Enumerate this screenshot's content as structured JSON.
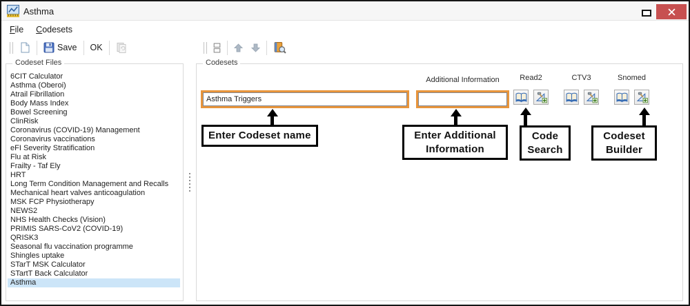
{
  "window": {
    "title": "Asthma"
  },
  "menu": {
    "items": [
      {
        "head": "F",
        "tail": "ile"
      },
      {
        "head": "C",
        "tail": "odesets"
      }
    ]
  },
  "toolbar": {
    "save_label": "Save",
    "ok_label": "OK"
  },
  "left_panel": {
    "legend": "Codeset Files",
    "selected_index": 23,
    "items": [
      "6CIT Calculator",
      "Asthma (Oberoi)",
      "Atrail Fibrillation",
      "Body Mass Index",
      "Bowel Screening",
      "ClinRisk",
      "Coronavirus (COVID-19) Management",
      "Coronavirus vaccinations",
      "eFI Severity Stratification",
      "Flu at Risk",
      "Frailty - Taf Ely",
      "HRT",
      "Long Term Condition Management and Recalls",
      "Mechanical heart valves anticoagulation",
      "MSK FCP Physiotherapy",
      "NEWS2",
      "NHS Health Checks (Vision)",
      "PRIMIS SARS-CoV2 (COVID-19)",
      "QRISK3",
      "Seasonal flu vaccination programme",
      "Shingles uptake",
      "STarT MSK Calculator",
      "STartT Back Calculator",
      "Asthma"
    ]
  },
  "right_panel": {
    "legend": "Codesets",
    "codeset_name_value": "Asthma Triggers",
    "additional_info_label": "Additional Information",
    "additional_info_value": "",
    "code_columns": [
      "Read2",
      "CTV3",
      "Snomed"
    ]
  },
  "annotations": {
    "codeset_name": "Enter Codeset name",
    "additional_info": "Enter Additional Information",
    "code_search": "Code Search",
    "codeset_builder": "Codeset Builder"
  },
  "colors": {
    "annotation_orange": "#E8953C",
    "selection_blue": "#CCE5F8",
    "close_red": "#C75050",
    "callout_border": "#000000"
  }
}
